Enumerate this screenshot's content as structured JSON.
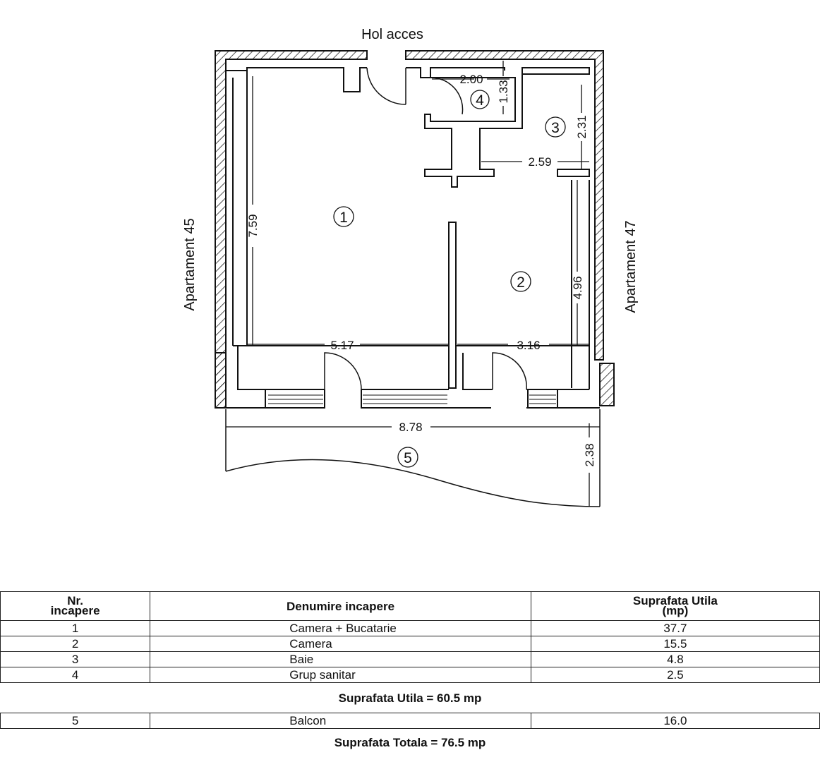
{
  "plan": {
    "top_label": "Hol acces",
    "left_label": "Apartament 45",
    "right_label": "Apartament 47",
    "rooms": [
      "1",
      "2",
      "3",
      "4",
      "5"
    ],
    "dimensions": {
      "d_2_00": "2.00",
      "d_1_33": "1.33",
      "d_2_31": "2.31",
      "d_2_59": "2.59",
      "d_7_59": "7.59",
      "d_4_96": "4.96",
      "d_5_17": "5.17",
      "d_3_16": "3.16",
      "d_8_78": "8.78",
      "d_2_38": "2.38"
    }
  },
  "table": {
    "headers": {
      "nr_line1": "Nr.",
      "nr_line2": "incapere",
      "name": "Denumire incapere",
      "area_line1": "Suprafata Utila",
      "area_line2": "(mp)"
    },
    "rows": [
      {
        "nr": "1",
        "name": "Camera + Bucatarie",
        "area": "37.7"
      },
      {
        "nr": "2",
        "name": "Camera",
        "area": "15.5"
      },
      {
        "nr": "3",
        "name": "Baie",
        "area": "4.8"
      },
      {
        "nr": "4",
        "name": "Grup sanitar",
        "area": "2.5"
      }
    ],
    "subtotal": "Suprafata Utila = 60.5 mp",
    "balcony": {
      "nr": "5",
      "name": "Balcon",
      "area": "16.0"
    },
    "total": "Suprafata Totala = 76.5 mp"
  }
}
